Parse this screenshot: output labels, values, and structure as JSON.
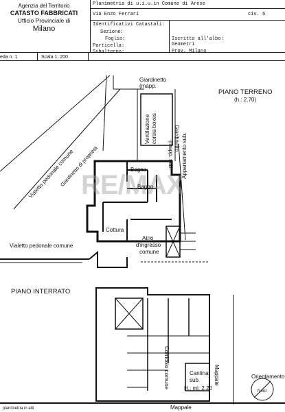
{
  "header": {
    "agency_line1": "Agenzia del Territorio",
    "agency_line2": "CATASTO FABBRICATI",
    "agency_line3": "Ufficio Provinciale di",
    "agency_line4": "Milano",
    "planimetria": "Planimetria di u.i.u.in Comune di Arese",
    "via": "Via Enzo Ferrari",
    "civ": "civ. 6",
    "identificativi": "Identificativi Catastali:",
    "sezione": "Sezione:",
    "foglio": "Foglio:",
    "particella": "Particella:",
    "subalterno": "Subalterno:",
    "iscritto": "Iscritto all'albo:",
    "geometri": "Geometri",
    "prov": "Prov. Milano",
    "scheda": "eda n. 1",
    "scala": "Scala 1: 200"
  },
  "plan": {
    "giardinetto_top": "Giardinetto",
    "mapp_top": "(mapp.",
    "piano_terreno": "PIANO TERRENO",
    "altezza_terreno": "(h.: 2.70)",
    "ventilazione": "Ventilazione",
    "corsia_boxes": "corsia boxes",
    "giardinetto_right": "Giardinetto",
    "mapp_sub": "(mapp. sub.",
    "vialetto_diag": "Vialetto pedonale comune",
    "giardinetto_proprieta": "Giardinetto di proprietà",
    "bagno1": "Bagno",
    "bagno2": "Bagno",
    "appartamento": "Appartamento sub.",
    "cottura": "Cottura",
    "atrio1": "Atrio",
    "atrio2": "d'ingresso",
    "atrio3": "comune",
    "vialetto": "Vialetto pedonale comune",
    "piano_interrato": "PIANO INTERRATO",
    "corridoio": "Corridoio comune",
    "mappale_right": "Mappale",
    "cantina": "Cantina",
    "cantina_sub": "sub.",
    "altezza_interrato": "H.: ml. 2.20",
    "orientamento": "Orientamento",
    "nord": "Nord",
    "mappale_bottom": "Mappale",
    "footer_note": "planimetria in atti",
    "watermark": "RE/MAX"
  }
}
